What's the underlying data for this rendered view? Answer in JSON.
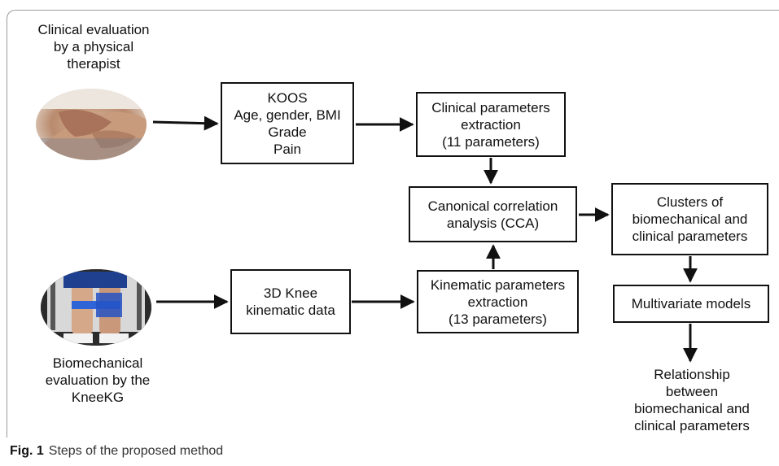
{
  "diagram": {
    "clinical_source_label": [
      "Clinical evaluation",
      "by a physical",
      "therapist"
    ],
    "biomech_source_label": [
      "Biomechanical",
      "evaluation by the",
      "KneeKG"
    ],
    "koos_box": [
      "KOOS",
      "Age, gender, BMI",
      "Grade",
      "Pain"
    ],
    "clinical_extraction_box": [
      "Clinical parameters",
      "extraction",
      "(11 parameters)"
    ],
    "cca_box": [
      "Canonical correlation",
      "analysis (CCA)"
    ],
    "clusters_box": [
      "Clusters of",
      "biomechanical and",
      "clinical parameters"
    ],
    "knee_data_box": [
      "3D Knee",
      "kinematic data"
    ],
    "kinematic_extraction_box": [
      "Kinematic parameters",
      "extraction",
      "(13 parameters)"
    ],
    "multivariate_box": [
      "Multivariate models"
    ],
    "output_label": [
      "Relationship",
      "between",
      "biomechanical and",
      "clinical parameters"
    ],
    "images": {
      "clinical_photo": "physical-therapist-knee-exam-photo",
      "kneekg_photo": "kneekg-device-on-legs-photo"
    }
  },
  "caption": {
    "fig_label": "Fig. 1",
    "text": "Steps of the proposed method"
  }
}
